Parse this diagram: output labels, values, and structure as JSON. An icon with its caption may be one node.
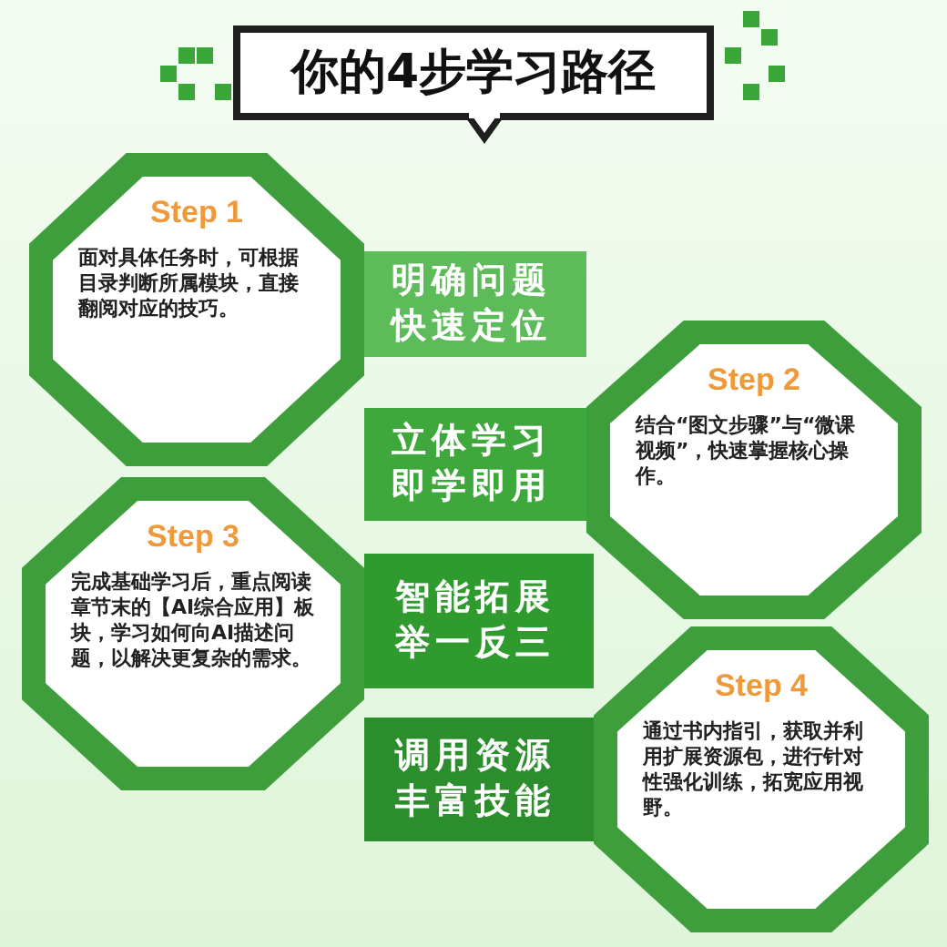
{
  "diagram": {
    "title": "你的4步学习路径",
    "nodes": [
      {
        "text": [
          "Step 1",
          "面对具体任务时，可根据目录判断所属模块，直接翻阅对应的技巧。"
        ]
      },
      {
        "text": [
          "明确问题快速定位"
        ]
      },
      {
        "text": [
          "Step 2",
          "结合“图文步骤”与“微课视频”，快速掌握核心操作。"
        ]
      },
      {
        "text": [
          "立体学习即学即用"
        ]
      },
      {
        "text": [
          "Step 3",
          "完成基础学习后，重点阅读章节末的【AI综合应用】板块，学习如何向AI描述问题，以解决更复杂的需求。"
        ]
      },
      {
        "text": [
          "智能拓展举一反三"
        ]
      },
      {
        "text": [
          "Step 4",
          "通过书内指引，获取并利用扩展资源包，进行针对性强化训练，拓宽应用视野。"
        ]
      },
      {
        "text": [
          "调用资源丰富技能"
        ]
      }
    ]
  }
}
